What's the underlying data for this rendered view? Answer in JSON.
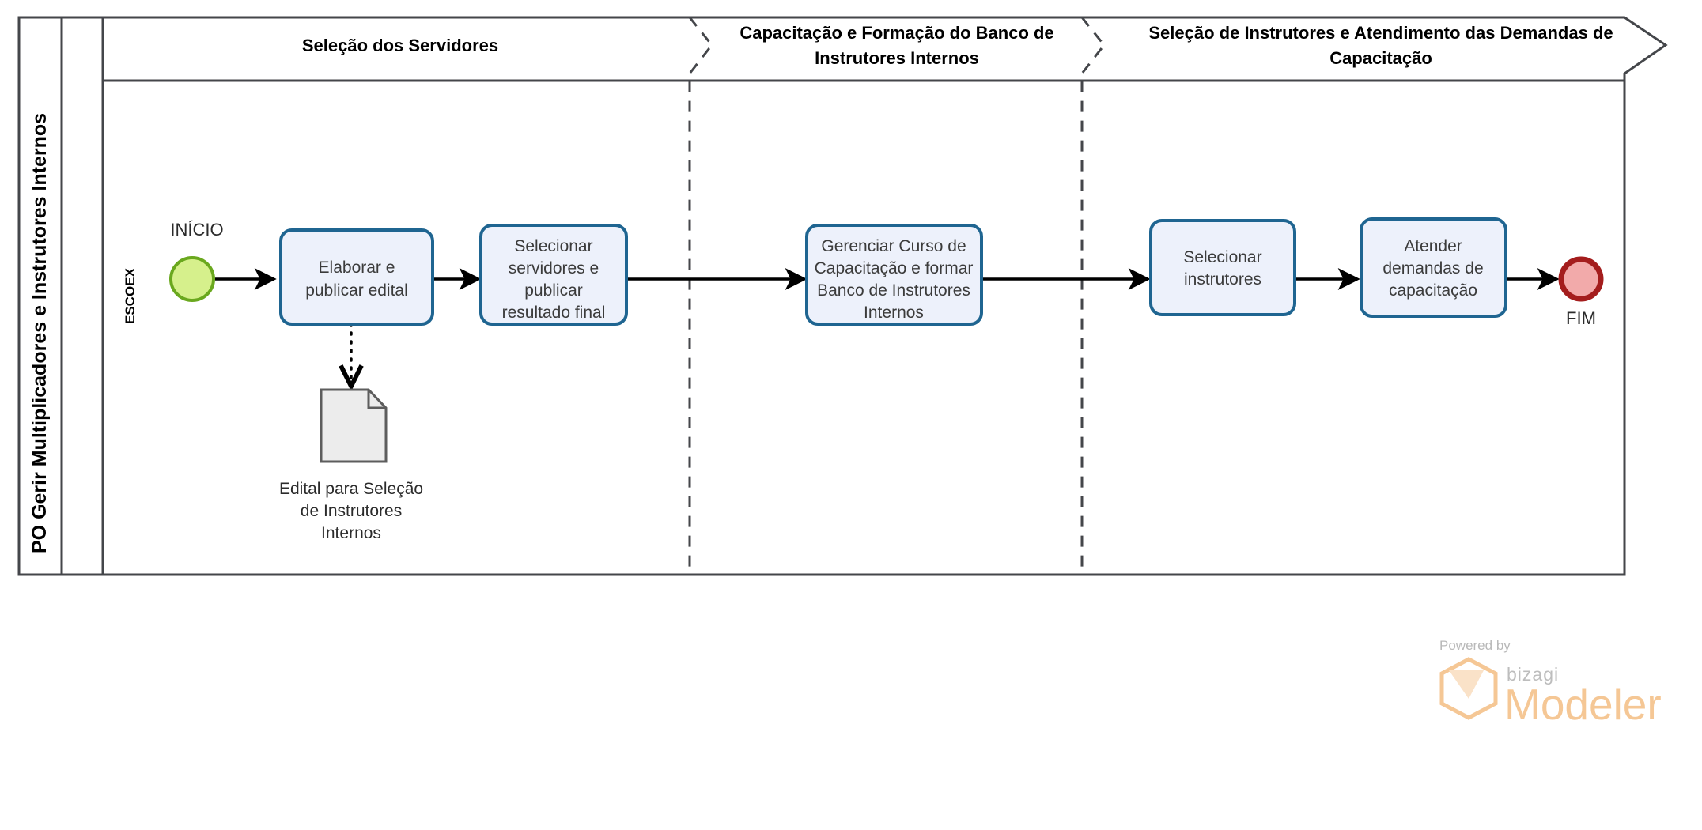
{
  "diagram": {
    "type": "bpmn-process-diagram",
    "pool": {
      "title": "PO Gerir Multiplicadores e Instrutores Internos"
    },
    "lanes": [
      {
        "id": "escoex",
        "title": "ESCOEX"
      }
    ],
    "phases": [
      {
        "id": "phase-1",
        "title": "Seleção dos Servidores"
      },
      {
        "id": "phase-2",
        "title": "Capacitação e Formação do Banco de Instrutores Internos"
      },
      {
        "id": "phase-3",
        "title": "Seleção de Instrutores e Atendimento das Demandas de Capacitação"
      }
    ],
    "events": [
      {
        "id": "start-event",
        "kind": "start",
        "label": "INÍCIO",
        "fill": "#d6f08c",
        "stroke": "#6aa81e"
      },
      {
        "id": "end-event",
        "kind": "end",
        "label": "FIM",
        "fill": "#f2aaaa",
        "stroke": "#a41d1d"
      }
    ],
    "tasks": [
      {
        "id": "task-elaborar-publicar-edital",
        "lines": [
          "Elaborar e",
          "publicar edital"
        ]
      },
      {
        "id": "task-selecionar-servidores",
        "lines": [
          "Selecionar",
          "servidores e",
          "publicar",
          "resultado final"
        ]
      },
      {
        "id": "task-gerenciar-curso",
        "lines": [
          "Gerenciar Curso de",
          "Capacitação e formar",
          "Banco de Instrutores",
          "Internos"
        ]
      },
      {
        "id": "task-selecionar-instrutores",
        "lines": [
          "Selecionar",
          "instrutores"
        ]
      },
      {
        "id": "task-atender-demandas",
        "lines": [
          "Atender",
          "demandas de",
          "capacitação"
        ]
      }
    ],
    "data_objects": [
      {
        "id": "data-edital",
        "lines": [
          "Edital para Seleção",
          "de Instrutores",
          "Internos"
        ]
      }
    ],
    "colors": {
      "task_fill": "#edf1fb",
      "task_stroke": "#1f6591",
      "pool_stroke": "#44464a",
      "data_fill": "#ececec",
      "data_stroke": "#5d5d5d",
      "brand_orange": "#f5c795"
    }
  },
  "branding": {
    "powered_by": "Powered by",
    "product_prefix": "bizagi",
    "product_name": "Modeler"
  }
}
